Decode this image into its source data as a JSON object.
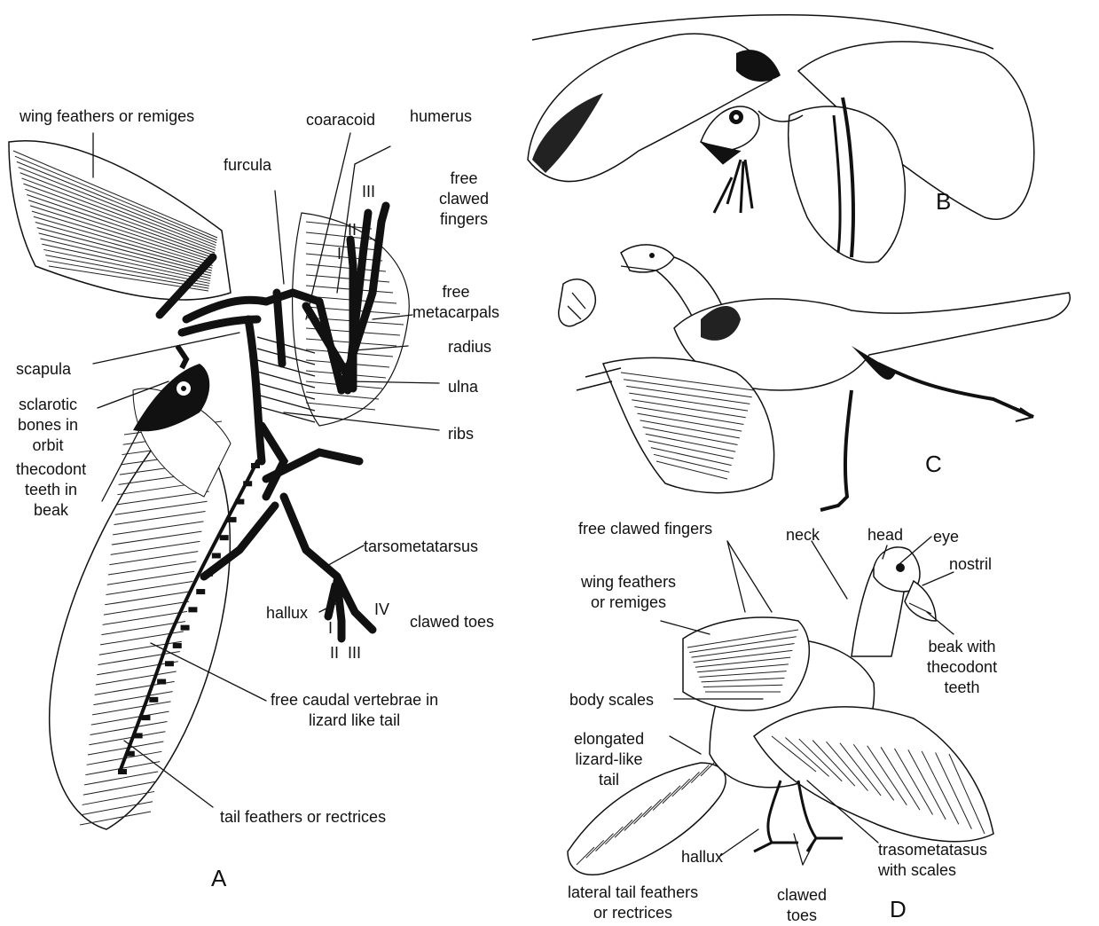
{
  "panels": {
    "a": "A",
    "b": "B",
    "c": "C",
    "d": "D"
  },
  "fossil_labels": {
    "wing_feathers": "wing feathers or remiges",
    "coaracoid": "coaracoid",
    "humerus": "humerus",
    "furcula": "furcula",
    "free_clawed_fingers": "free\nclawed\nfingers",
    "digit_iii": "III",
    "digit_ii": "II",
    "digit_i": "I",
    "free_metacarpals": "free\nmetacarpals",
    "radius": "radius",
    "scapula": "scapula",
    "ulna": "ulna",
    "sclarotic_bones": "sclarotic\nbones in\norbit",
    "ribs": "ribs",
    "thecodont_teeth": "thecodont\nteeth in\nbeak",
    "tarsometatarsus": "tarsometatarsus",
    "toe_iv": "IV",
    "hallux": "hallux",
    "toe_i": "I",
    "clawed_toes": "clawed toes",
    "toe_ii_iii": "II  III",
    "caudal_vertebrae": "free caudal vertebrae in\nlizard like tail",
    "tail_feathers": "tail feathers or rectrices"
  },
  "reconstruction_labels": {
    "free_clawed_fingers": "free clawed fingers",
    "neck": "neck",
    "head": "head",
    "eye": "eye",
    "nostril": "nostril",
    "wing_feathers": "wing feathers\nor remiges",
    "beak": "beak with\nthecodont\nteeth",
    "body_scales": "body scales",
    "elongated_tail": "elongated\nlizard-like\ntail",
    "hallux": "hallux",
    "trasometatasus": "trasometatasus\nwith scales",
    "lateral_tail_feathers": "lateral tail feathers\nor rectrices",
    "clawed_toes": "clawed\ntoes"
  }
}
